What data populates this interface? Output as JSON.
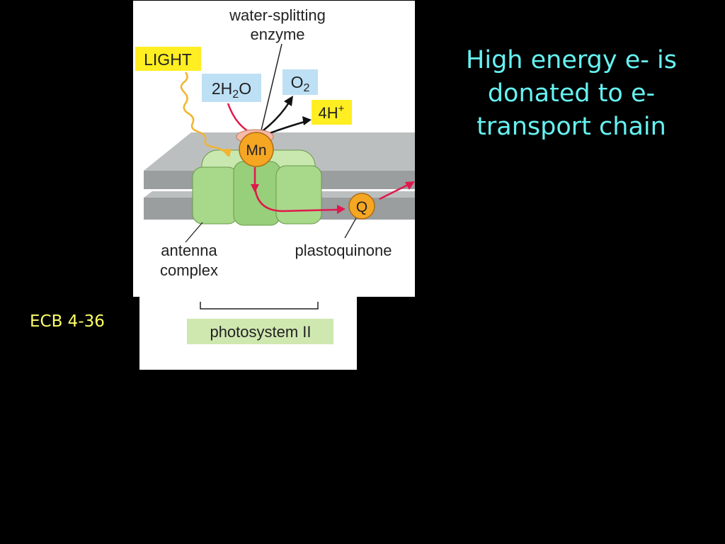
{
  "slide": {
    "title_lines": [
      "High energy e- is",
      "donated to e-",
      "transport chain"
    ],
    "figure_ref": "ECB 4-36"
  },
  "diagram": {
    "labels": {
      "enzyme_line1": "water-splitting",
      "enzyme_line2": "enzyme",
      "light": "LIGHT",
      "water_prefix": "2H",
      "water_sub": "2",
      "water_suffix": "O",
      "oxygen_prefix": "O",
      "oxygen_sub": "2",
      "protons": "4H",
      "protons_sup": "+",
      "manganese": "Mn",
      "quinone": "Q",
      "antenna_line1": "antenna",
      "antenna_line2": "complex",
      "plastoquinone": "plastoquinone",
      "photosystem": "photosystem II"
    },
    "colors": {
      "light_box": "#ffee22",
      "water_box": "#bde0f5",
      "photosystem_box": "#cfe8b0",
      "antenna_green": "#a8d88a",
      "membrane_grey": "#a9adad",
      "manganese_orange": "#f5a623",
      "electron_red": "#e0184c"
    }
  }
}
